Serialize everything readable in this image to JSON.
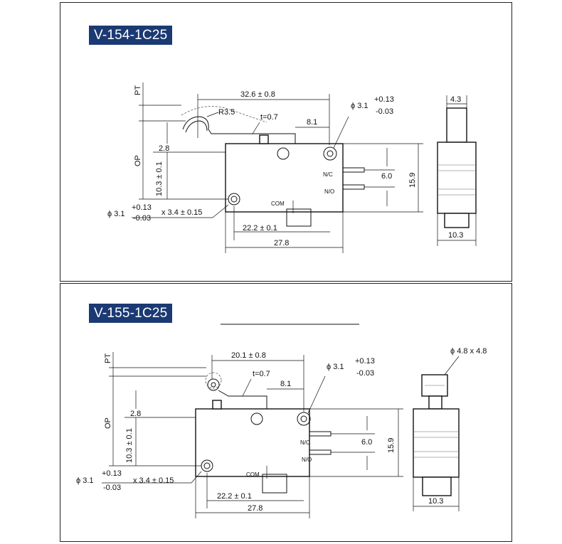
{
  "panels": [
    {
      "model": "V-154-1C25",
      "labels": {
        "pt": "PT",
        "op": "OP",
        "radius": "R3.5",
        "thickness": "t=0.7",
        "lever_length": "32.6 ± 0.8",
        "hole_top": "ϕ 3.1",
        "hole_top_plus": "+0.13",
        "hole_top_minus": "-0.03",
        "lever_offset": "8.1",
        "dim_2_8": "2.8",
        "dim_10_3": "10.3 ± 0.1",
        "terminal_pitch": "6.0",
        "height": "15.9",
        "nc": "N/C",
        "no": "N/O",
        "com": "COM",
        "hole_bottom": "ϕ 3.1",
        "hole_bottom_plus": "+0.13",
        "hole_bottom_minus": "-0.03",
        "slot": "x 3.4 ± 0.15",
        "hole_spacing": "22.2 ± 0.1",
        "body_length": "27.8",
        "side_top": "4.3",
        "side_width": "10.3"
      }
    },
    {
      "model": "V-155-1C25",
      "labels": {
        "pt": "PT",
        "op": "OP",
        "thickness": "t=0.7",
        "lever_length": "20.1 ± 0.8",
        "hole_top": "ϕ 3.1",
        "hole_top_plus": "+0.13",
        "hole_top_minus": "-0.03",
        "lever_offset": "8.1",
        "dim_2_8": "2.8",
        "dim_10_3": "10.3 ± 0.1",
        "terminal_pitch": "6.0",
        "height": "15.9",
        "nc": "N/C",
        "no": "N/O",
        "com": "COM",
        "hole_bottom": "ϕ 3.1",
        "hole_bottom_plus": "+0.13",
        "hole_bottom_minus": "-0.03",
        "slot": "x 3.4 ± 0.15",
        "hole_spacing": "22.2 ± 0.1",
        "body_length": "27.8",
        "side_top": "ϕ 4.8 x 4.8",
        "side_width": "10.3"
      }
    }
  ]
}
